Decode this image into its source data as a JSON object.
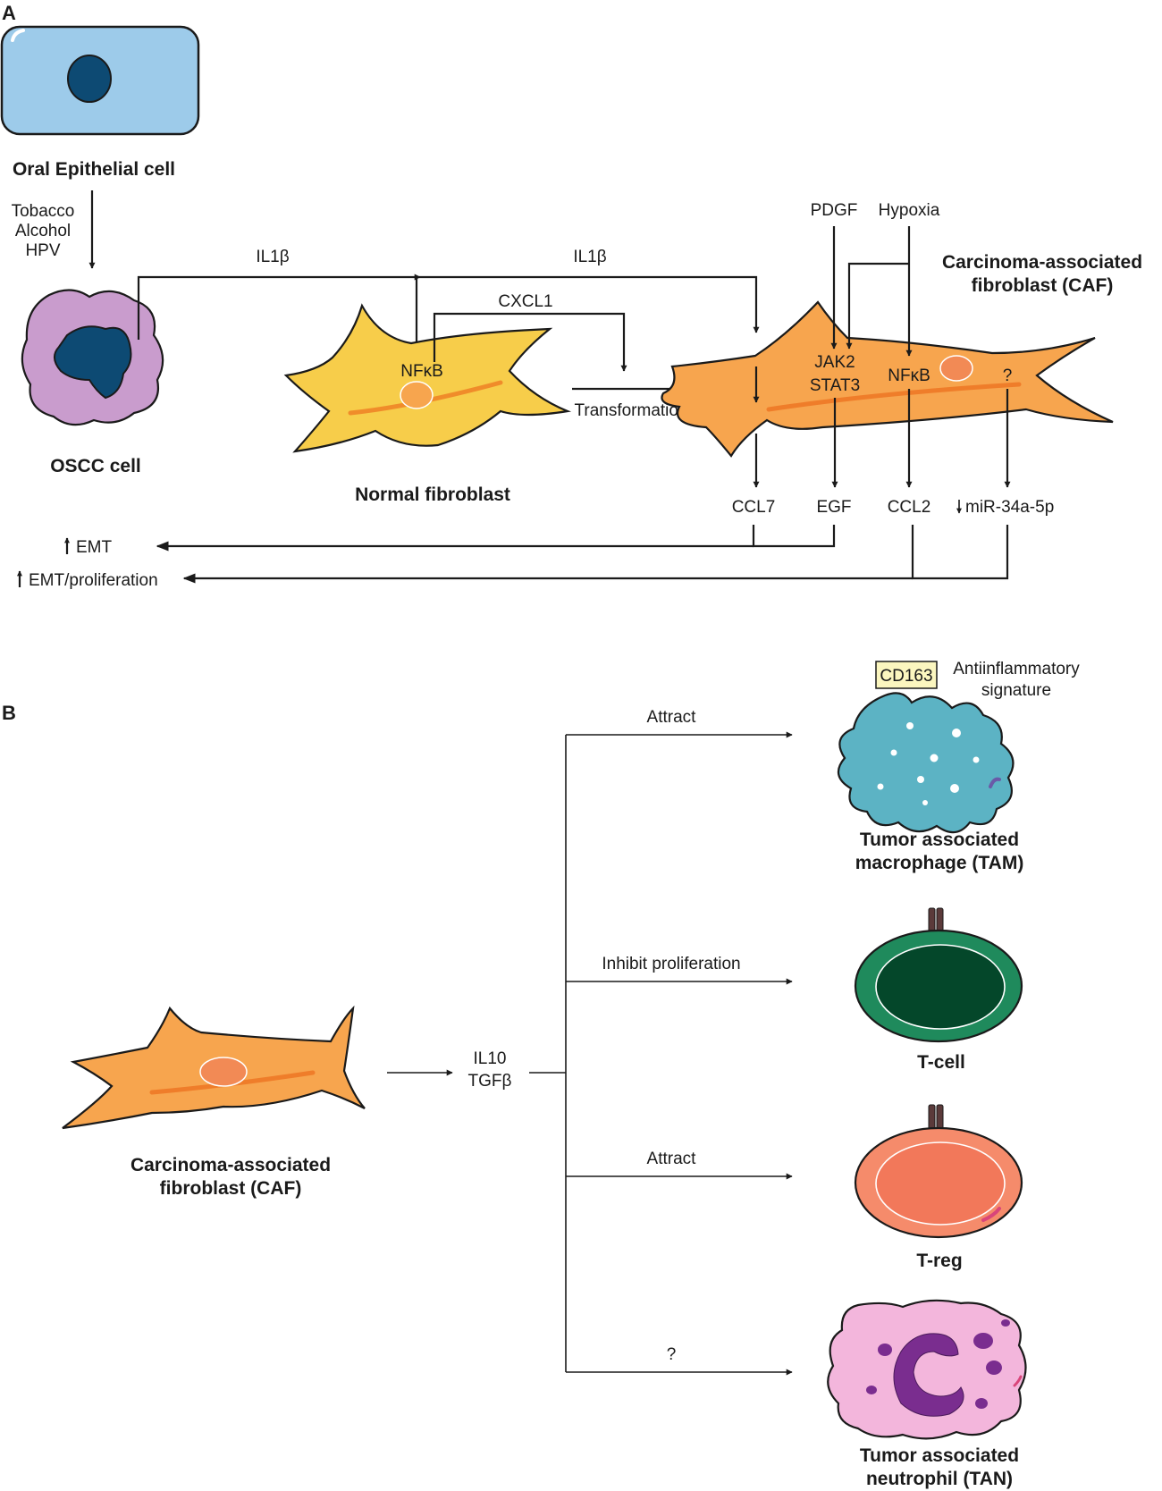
{
  "panels": {
    "a": "A",
    "b": "B"
  },
  "panel_a": {
    "epithelial_cell": "Oral Epithelial cell",
    "risk_factors": [
      "Tobacco",
      "Alcohol",
      "HPV"
    ],
    "oscc_cell": "OSCC cell",
    "il1b_1": "IL1β",
    "il1b_2": "IL1β",
    "normal_fibroblast": "Normal fibroblast",
    "nfkb_normal": "NFκB",
    "cxcl1": "CXCL1",
    "transformation": "Transformation",
    "pdgf": "PDGF",
    "hypoxia": "Hypoxia",
    "caf_title": [
      "Carcinoma-associated",
      "fibroblast (CAF)"
    ],
    "jak2": "JAK2",
    "stat3": "STAT3",
    "nfkb_caf": "NFκB",
    "unknown": "?",
    "ccl7": "CCL7",
    "egf": "EGF",
    "ccl2": "CCL2",
    "mir": "miR-34a-5p",
    "emt": "EMT",
    "emt_prolif": "EMT/proliferation"
  },
  "panel_b": {
    "caf_title": [
      "Carcinoma-associated",
      "fibroblast (CAF)"
    ],
    "mediators": [
      "IL10",
      "TGFβ"
    ],
    "branches": [
      {
        "effect": "Attract",
        "target": [
          "Tumor associated",
          "macrophage (TAM)"
        ]
      },
      {
        "effect": "Inhibit proliferation",
        "target": [
          "T-cell"
        ]
      },
      {
        "effect": "Attract",
        "target": [
          "T-reg"
        ]
      },
      {
        "effect": "?",
        "target": [
          "Tumor associated",
          "neutrophil (TAN)"
        ]
      }
    ],
    "cd163": "CD163",
    "antiinflammatory": [
      "Antiinflammatory",
      "signature"
    ]
  },
  "colors": {
    "epithelial": "#9dcbea",
    "nucleus_dark": "#0d4a73",
    "oscc_outer": "#c99ccd",
    "normal_fibroblast": "#f7cd4a",
    "caf": "#f7a54e",
    "caf_nucleus": "#f28a55",
    "macrophage": "#5cb3c4",
    "tcell": "#1f8a5c",
    "treg": "#f58b6b",
    "neutrophil": "#f3b6dc",
    "neutrophil_nucleus": "#7a2d8f",
    "cd163_box": "#fbf6bf"
  }
}
